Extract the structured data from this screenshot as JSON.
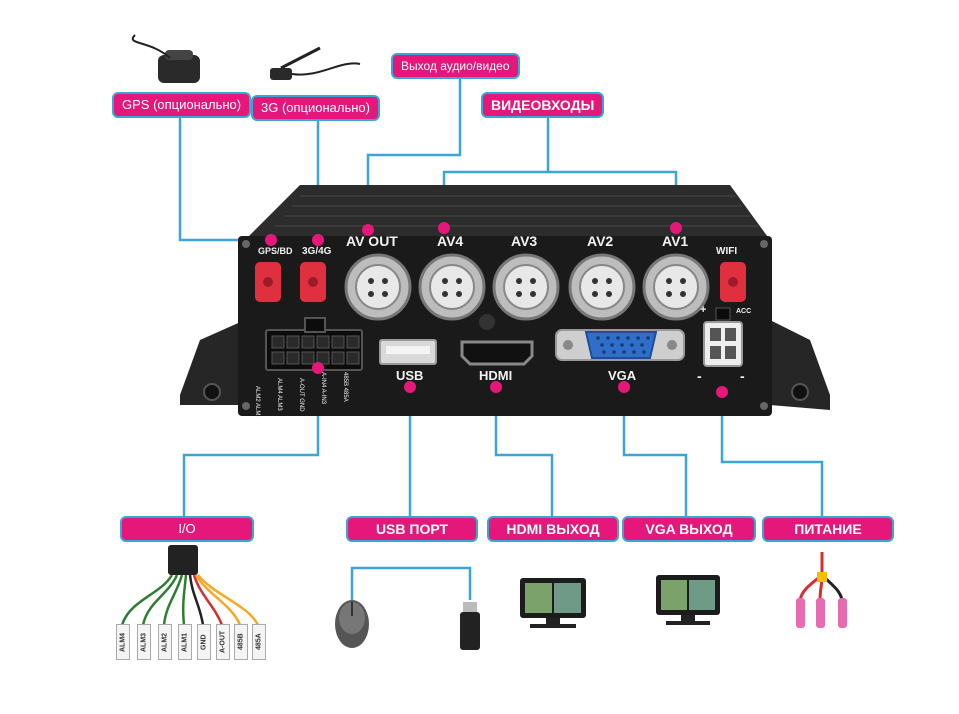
{
  "callouts": {
    "gps": "GPS (опционально)",
    "g3": "3G (опционально)",
    "av_out": "Выход аудио/видео",
    "video_inputs": "ВИДЕОВХОДЫ",
    "io": "I/O",
    "usb": "USB ПОРТ",
    "hdmi": "HDMI ВЫХОД",
    "vga": "VGA ВЫХОД",
    "power": "ПИТАНИЕ"
  },
  "device": {
    "gps_bd": "GPS/BD",
    "g3g4": "3G/4G",
    "av_out": "AV OUT",
    "av4": "AV4",
    "av3": "AV3",
    "av2": "AV2",
    "av1": "AV1",
    "wifi": "WIFI",
    "acc": "ACC",
    "plus": "+",
    "minus1": "-",
    "minus2": "-",
    "usb": "USB",
    "hdmi": "HDMI",
    "vga": "VGA",
    "io_pins_a": "ALM2 ALM1",
    "io_pins_b": "ALM4 ALM3",
    "io_pins_c": "A-OUT GND",
    "io_pins_d": "A-IN4 A-IN3",
    "io_pins_e": "485B 485A"
  },
  "io_wires": [
    "ALM4",
    "ALM3",
    "ALM2",
    "ALM1",
    "GND",
    "A-OUT",
    "485B",
    "485A"
  ],
  "colors": {
    "callout_fill": "#e5177b",
    "callout_border": "#3aa6d8",
    "leader_line": "#3aa6d8",
    "device_body": "#1a1a1a",
    "antenna_connector": "#e03040",
    "vga_port": "#2f6fc9"
  }
}
